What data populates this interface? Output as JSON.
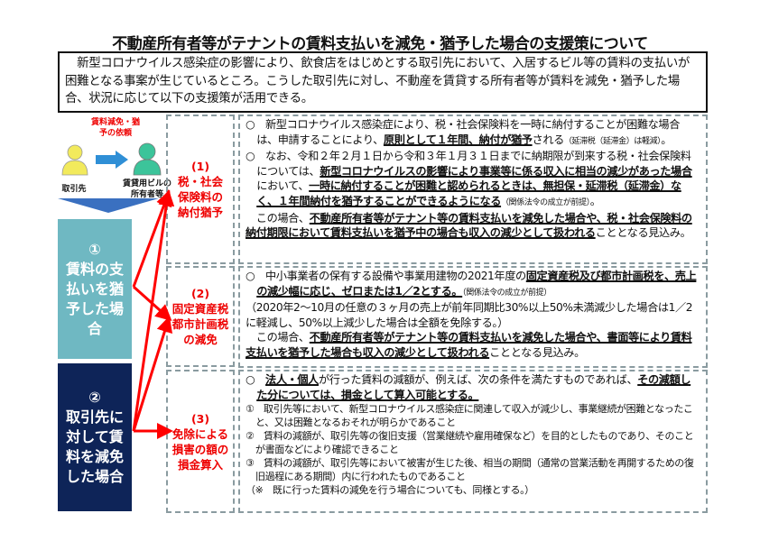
{
  "title": "不動産所有者等がテナントの賃料支払いを減免・猶予した場合の支援策について",
  "intro": "　新型コロナウイルス感染症の影響により、飲食店をはじめとする取引先において、入居するビル等の賃料の支払いが困難となる事案が生じているところ。こうした取引先に対し、不動産を賃貸する所有者等が賃料を減免・猶予した場合、状況に応じて以下の支援策が活用できる。",
  "flow": {
    "request": "賃料減免・猶予の依頼",
    "tenant": "取引先",
    "owner": "賃貸用ビルの所有者等",
    "colors": {
      "tenant": "#f2ea5c",
      "owner": "#3cc49a",
      "arrow": "#2f8fd6"
    }
  },
  "cases": [
    {
      "num": "①",
      "label": "賃料の支払いを猶予した場合",
      "color": "#6fb8c2"
    },
    {
      "num": "②",
      "label": "取引先に対して賃料を減免した場合",
      "color": "#0e2458"
    }
  ],
  "measures": [
    {
      "num": "(1)",
      "label": "税・社会保険料の納付猶予"
    },
    {
      "num": "(2)",
      "label": "固定資産税都市計画税の減免"
    },
    {
      "num": "(3)",
      "label": "免除による損害の額の損金算入"
    }
  ],
  "details": [
    [
      [
        {
          "t": "○　新型コロナウイルス感染症により、税・社会保険料を一時に納付することが困難な場合は、申請することにより、"
        },
        {
          "t": "原則として１年間、納付が猶予",
          "s": "b"
        },
        {
          "t": "される"
        },
        {
          "t": "（延滞税（延滞金）は軽減）",
          "s": "sm"
        },
        {
          "t": "。"
        }
      ],
      [
        {
          "t": "○　なお、令和２年２月１日から令和３年１月３１日までに納期限が到来する税・社会保険料については、"
        },
        {
          "t": "新型コロナウイルスの影響により事業等に係る収入に相当の減少があった場合",
          "s": "b"
        },
        {
          "t": "において、"
        },
        {
          "t": "一時に納付することが困難と認められるときは、無担保・延滞税（延滞金）なく、１年間納付を猶予することができるようになる",
          "s": "b"
        },
        {
          "t": "（関係法令の成立が前提）",
          "s": "sm"
        },
        {
          "t": "。"
        }
      ],
      [
        {
          "t": "　この場合、"
        },
        {
          "t": "不動産所有者等がテナント等の賃料支払いを減免した場合や、税・社会保険料の納付期限において賃料支払いを猶予中の場合も収入の減少として扱われる",
          "s": "b"
        },
        {
          "t": "こととなる見込み。"
        }
      ]
    ],
    [
      [
        {
          "t": "○　中小事業者の保有する設備や事業用建物の2021年度の"
        },
        {
          "t": "固定資産税及び都市計画税を、売上の減少幅に応じ、ゼロまたは1／2とする。",
          "s": "b"
        },
        {
          "t": "（関係法令の成立が前提）",
          "s": "sm"
        }
      ],
      [
        {
          "t": "（2020年2～10月の任意の３ヶ月の売上が前年同期比30%以上50%未満減少した場合は1／2に軽減し、50%以上減少した場合は全額を免除する。）"
        }
      ],
      [
        {
          "t": "　この場合、"
        },
        {
          "t": "不動産所有者等がテナント等の賃料支払いを減免した場合や、書面等により賃料支払いを猶予した場合も収入の減少として扱われる",
          "s": "b"
        },
        {
          "t": "こととなる見込み。"
        }
      ]
    ],
    [
      [
        {
          "t": "○　"
        },
        {
          "t": "法人・個人",
          "s": "b"
        },
        {
          "t": "が行った賃料の減額が、例えば、次の条件を満たすものであれば、"
        },
        {
          "t": "その減額した分については、損金として算入可能とする。",
          "s": "b"
        }
      ],
      [
        {
          "t": "①　取引先等において、新型コロナウイルス感染症に関連して収入が減少し、事業継続が困難となったこと、又は困難となるおそれが明らかであること",
          "c": "sub"
        }
      ],
      [
        {
          "t": "②　賃料の減額が、取引先等の復旧支援（営業継続や雇用確保など）を目的としたものであり、そのことが書面などにより確認できること",
          "c": "sub"
        }
      ],
      [
        {
          "t": "③　賃料の減額が、取引先等において被害が生じた後、相当の期間（通常の営業活動を再開するための復旧過程にある期間）内に行われたものであること",
          "c": "sub"
        }
      ],
      [
        {
          "t": "（※　既に行った賃料の減免を行う場合についても、同様とする。）",
          "c": "sub"
        }
      ]
    ]
  ]
}
